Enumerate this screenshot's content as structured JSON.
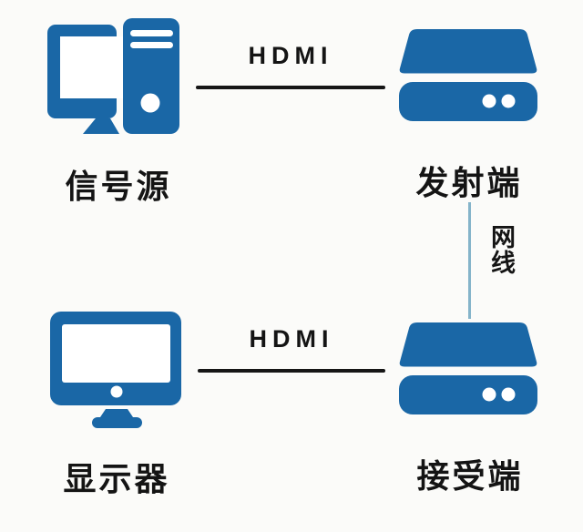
{
  "colors": {
    "icon-blue": "#1a67a6",
    "line-black": "#161616",
    "cable-blue": "#85b4ca",
    "bg": "#fbfbf9",
    "text": "#141414"
  },
  "nodes": {
    "signal_source": {
      "label": "信号源",
      "icon": "desktop-computer-icon"
    },
    "transmitter": {
      "label": "发射端",
      "icon": "extender-box-icon"
    },
    "monitor": {
      "label": "显示器",
      "icon": "monitor-icon"
    },
    "receiver": {
      "label": "接受端",
      "icon": "extender-box-icon"
    }
  },
  "connections": {
    "top_hdmi": {
      "label": "HDMI",
      "type": "hdmi-cable"
    },
    "bottom_hdmi": {
      "label": "HDMI",
      "type": "hdmi-cable"
    },
    "network": {
      "label": "网线",
      "type": "ethernet-cable"
    }
  }
}
